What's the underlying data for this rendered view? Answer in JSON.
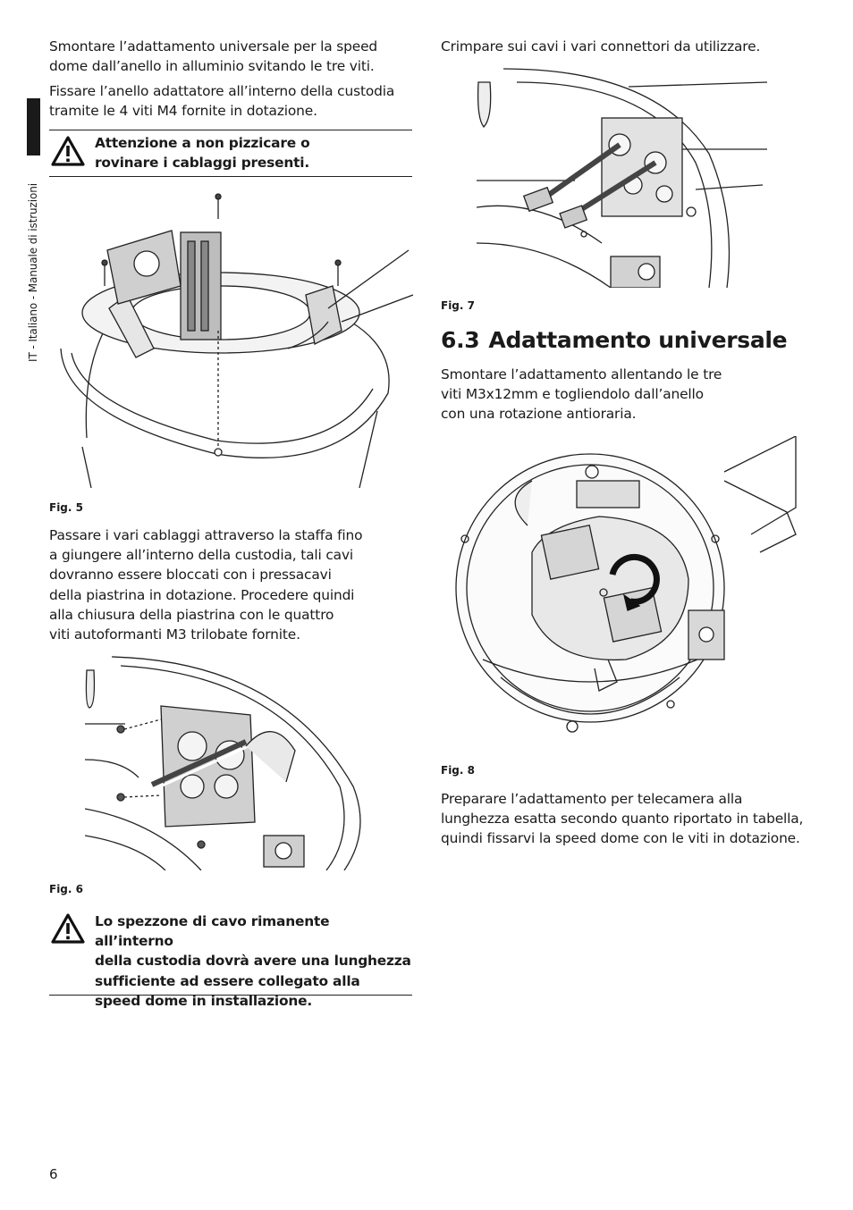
{
  "sidebar": {
    "label": "IT - Italiano - Manuale di istruzioni"
  },
  "left": {
    "p1": "Smontare l’adattamento universale per la speed\ndome dall’anello in alluminio svitando le tre viti.",
    "p2": "Fissare l’anello adattatore all’interno della custodia\ntramite le 4 viti M4 fornite in dotazione.",
    "warning1": "Attenzione a non pizzicare o\nrovinare i cablaggi presenti.",
    "fig5": "Fig. 5",
    "p3": "Passare i vari cablaggi attraverso la staffa fino\na giungere all’interno della custodia, tali cavi\ndovranno essere bloccati con i pressacavi\ndella piastrina in dotazione. Procedere quindi\nalla chiusura della piastrina con le quattro\nviti autoformanti M3 trilobate fornite.",
    "fig6": "Fig. 6",
    "warning2": "Lo spezzone di cavo rimanente all’interno\ndella custodia dovrà avere una lunghezza\nsufficiente ad essere collegato alla\nspeed dome in installazione."
  },
  "right": {
    "p1": "Crimpare sui cavi i vari connettori da utilizzare.",
    "fig7": "Fig. 7",
    "heading_num": "6.3",
    "heading_text": "Adattamento universale",
    "p2": "Smontare l’adattamento allentando le tre\nviti M3x12mm e togliendolo dall’anello\ncon una rotazione antioraria.",
    "fig8": "Fig. 8",
    "p3": "Preparare l’adattamento per telecamera alla\nlunghezza esatta secondo quanto riportato in tabella,\nquindi fissarvi la speed dome con le viti in dotazione."
  },
  "footer": {
    "page_number": "6"
  },
  "icons": {
    "warning": "warning-triangle-icon",
    "rotation": "counterclockwise-arrow-icon"
  }
}
